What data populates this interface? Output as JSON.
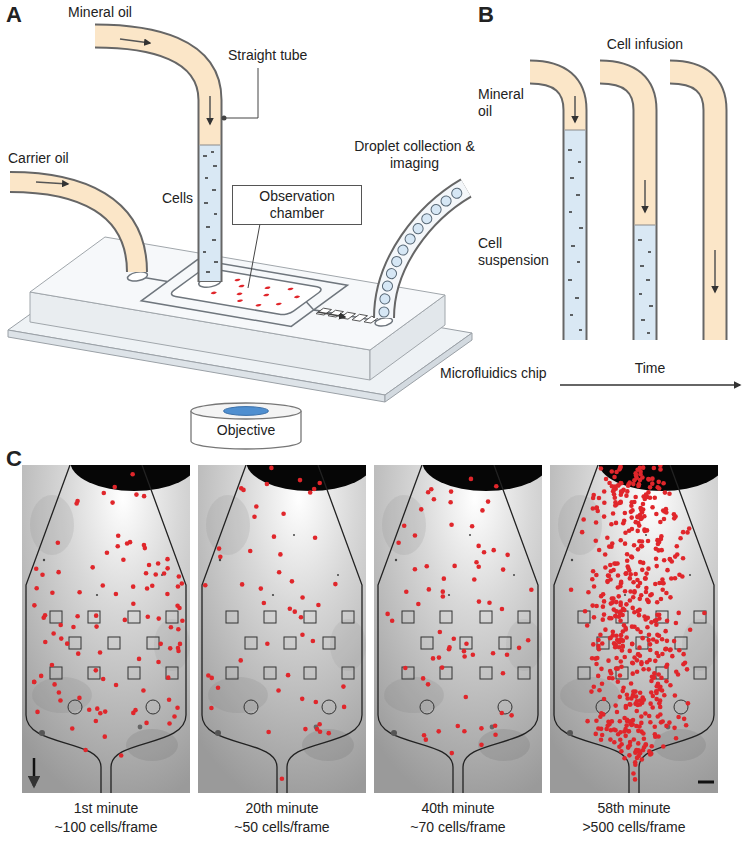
{
  "diagram": {
    "nodes": [
      {
        "text": [
          "Observation chamber"
        ]
      },
      {
        "text": [
          "Objective"
        ]
      }
    ],
    "labels": [
      "A",
      "Mineral oil",
      "Straight tube",
      "Carrier oil",
      "Cells",
      "Droplet collection & imaging",
      "Microfluidics chip",
      "B",
      "Cell infusion",
      "Mineral oil",
      "Cell suspension",
      "Time",
      "C",
      "1st minute",
      "~100 cells/frame",
      "20th minute",
      "~50 cells/frame",
      "40th minute",
      "~70 cells/frame",
      "58th minute",
      ">500 cells/frame"
    ]
  }
}
